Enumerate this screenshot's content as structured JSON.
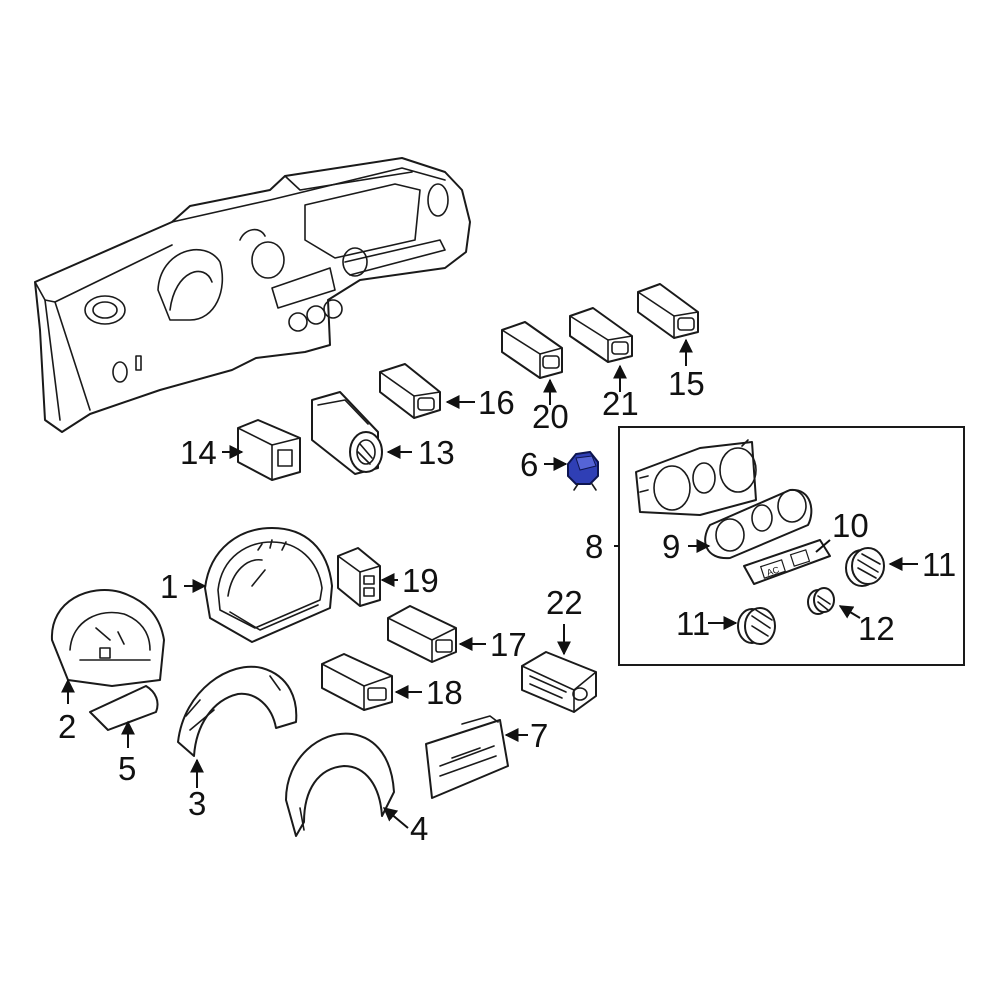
{
  "accent_color": "#2f3fb5",
  "highlighted_part": "6",
  "callouts": {
    "c1": "1",
    "c2": "2",
    "c3": "3",
    "c4": "4",
    "c5": "5",
    "c6": "6",
    "c7": "7",
    "c8": "8",
    "c9": "9",
    "c10": "10",
    "c11a": "11",
    "c11b": "11",
    "c12": "12",
    "c13": "13",
    "c14": "14",
    "c15": "15",
    "c16": "16",
    "c17": "17",
    "c18": "18",
    "c19": "19",
    "c20": "20",
    "c21": "21",
    "c22": "22"
  },
  "button_labels": {
    "ac": "AC"
  }
}
